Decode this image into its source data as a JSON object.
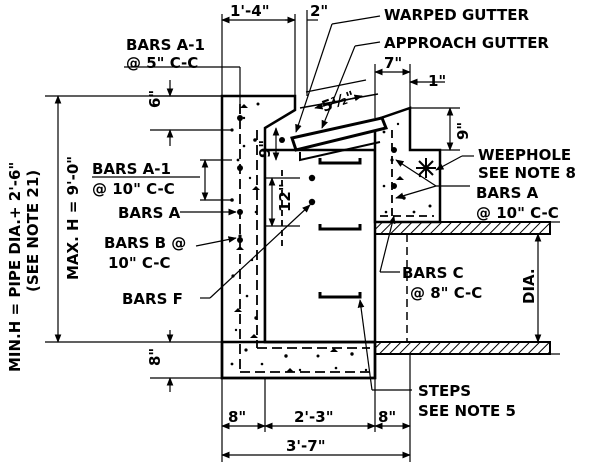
{
  "labels": {
    "dim_1_4": "1'-4\"",
    "dim_2": "2\"",
    "warped_gutter": "WARPED GUTTER",
    "approach_gutter": "APPROACH GUTTER",
    "bars_a1_top": "BARS A-1",
    "bars_a1_top_spacing": "@ 5\" C-C",
    "dim_7": "7\"",
    "dim_1": "1\"",
    "dim_6": "6\"",
    "dim_5_half": "5½\"",
    "dim_9_right": "9\"",
    "dim_9_left": "9\"",
    "weephole": "WEEPHOLE",
    "see_note_8": "SEE NOTE 8",
    "bars_a1_left": "BARS A-1",
    "bars_a1_left_spacing": "@ 10\" C-C",
    "bars_a_right": "BARS A",
    "bars_a_right_spacing": "@ 10\" C-C",
    "dim_12": "12\"",
    "bars_a_left": "BARS A",
    "bars_b": "BARS B @",
    "bars_b_spacing": "10\" C-C",
    "bars_c": "BARS C",
    "bars_c_spacing": "@ 8\" C-C",
    "dia": "DIA.",
    "bars_f": "BARS F",
    "dim_8_left": "8\"",
    "steps": "STEPS",
    "see_note_5": "SEE NOTE 5",
    "dim_8_bottom_left": "8\"",
    "dim_2_3": "2'-3\"",
    "dim_8_bottom_right": "8\"",
    "dim_3_7": "3'-7\"",
    "min_h": "MIN.H = PIPE DIA.+ 2'-6\"",
    "see_note_21": "(SEE NOTE 21)",
    "max_h": "MAX. H = 9'-0\""
  }
}
